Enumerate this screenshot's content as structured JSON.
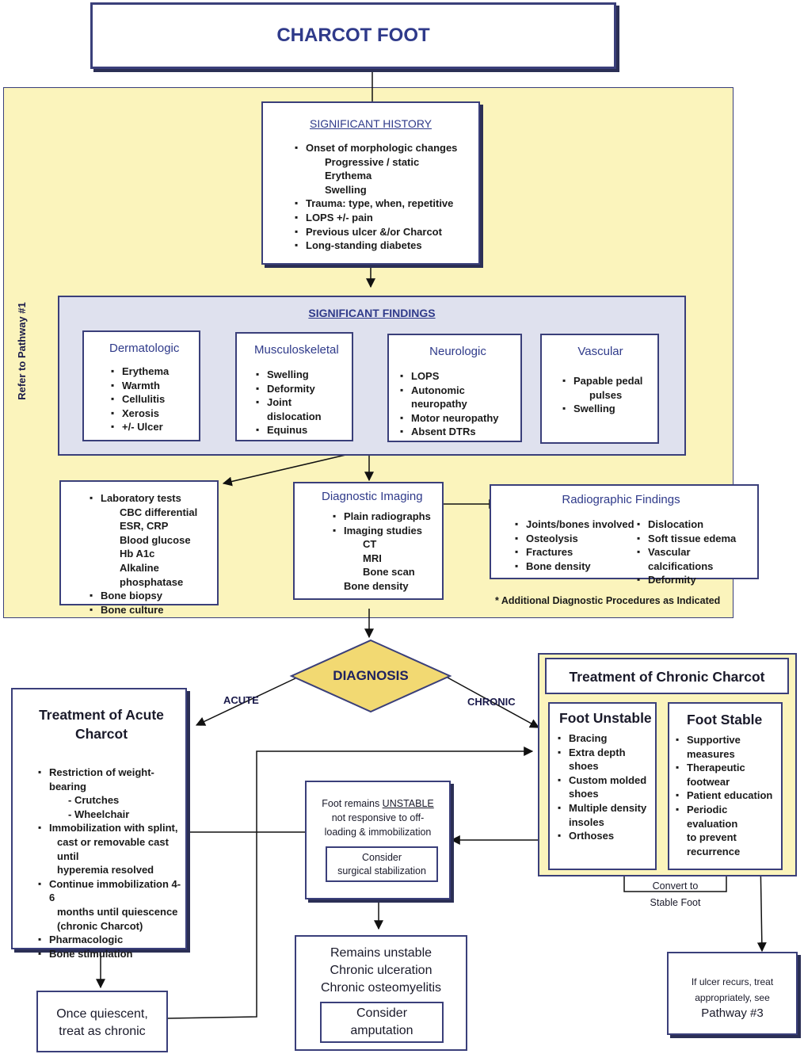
{
  "title": "CHARCOT FOOT",
  "side_label": "Refer to Pathway #1",
  "history": {
    "heading": "SIGNIFICANT HISTORY",
    "items": [
      {
        "text": "Onset of morphologic changes",
        "sub": false
      },
      {
        "text": "Progressive / static",
        "sub": true
      },
      {
        "text": "Erythema",
        "sub": true
      },
      {
        "text": "Swelling",
        "sub": true
      },
      {
        "text": "Trauma: type, when, repetitive",
        "sub": false
      },
      {
        "text": "LOPS +/- pain",
        "sub": false
      },
      {
        "text": "Previous ulcer &/or Charcot",
        "sub": false
      },
      {
        "text": "Long-standing diabetes",
        "sub": false
      }
    ]
  },
  "findings": {
    "heading": "SIGNIFICANT FINDINGS",
    "dermatologic": {
      "title": "Dermatologic",
      "items": [
        "Erythema",
        "Warmth",
        "Cellulitis",
        "Xerosis",
        "+/- Ulcer"
      ]
    },
    "musculoskeletal": {
      "title": "Musculoskeletal",
      "items": [
        "Swelling",
        "Deformity",
        "Joint dislocation",
        "Equinus"
      ]
    },
    "neurologic": {
      "title": "Neurologic",
      "items": [
        "LOPS",
        "Autonomic neuropathy",
        "Motor neuropathy",
        "Absent DTRs"
      ]
    },
    "vascular": {
      "title": "Vascular",
      "items": [
        "Papable pedal",
        "pulses",
        "Swelling"
      ]
    }
  },
  "lab": {
    "items": [
      {
        "text": "Laboratory tests",
        "sub": false
      },
      {
        "text": "CBC  differential",
        "sub": true
      },
      {
        "text": "ESR, CRP",
        "sub": true
      },
      {
        "text": "Blood glucose",
        "sub": true
      },
      {
        "text": "Hb A1c",
        "sub": true
      },
      {
        "text": "Alkaline phosphatase",
        "sub": true
      },
      {
        "text": "Bone biopsy",
        "sub": false
      },
      {
        "text": "Bone culture",
        "sub": false
      }
    ]
  },
  "imaging": {
    "title": "Diagnostic Imaging",
    "items": [
      {
        "text": "Plain radiographs",
        "sub": false
      },
      {
        "text": "Imaging studies",
        "sub": false
      },
      {
        "text": "CT",
        "sub": true
      },
      {
        "text": "MRI",
        "sub": true
      },
      {
        "text": "Bone scan",
        "sub": true
      },
      {
        "text": "Bone density",
        "sub": "plain"
      }
    ]
  },
  "radiographic": {
    "title": "Radiographic Findings",
    "left": [
      "Joints/bones involved",
      "Osteolysis",
      "Fractures",
      "Bone density"
    ],
    "right": [
      "Dislocation",
      "Soft tissue edema",
      "Vascular calcifications",
      "Deformity"
    ]
  },
  "additional_note": "* Additional Diagnostic Procedures as Indicated",
  "diagnosis": "DIAGNOSIS",
  "acute_label": "ACUTE",
  "chronic_label": "CHRONIC",
  "acute": {
    "title_line1": "Treatment of Acute",
    "title_line2": "Charcot",
    "items": [
      {
        "text": "Restriction of weight-bearing",
        "sub": false
      },
      {
        "text": "- Crutches",
        "sub": true
      },
      {
        "text": "- Wheelchair",
        "sub": true
      },
      {
        "text": "Immobilization with splint,",
        "sub": false
      },
      {
        "text": "cast or removable cast until",
        "sub": "cont"
      },
      {
        "text": "hyperemia resolved",
        "sub": "cont"
      },
      {
        "text": "Continue immobilization 4-6",
        "sub": false
      },
      {
        "text": "months until quiescence",
        "sub": "cont"
      },
      {
        "text": "(chronic Charcot)",
        "sub": "cont"
      },
      {
        "text": "Pharmacologic",
        "sub": false
      },
      {
        "text": "Bone stimulation",
        "sub": false
      }
    ]
  },
  "quiescent": {
    "line1": "Once quiescent,",
    "line2": "treat as chronic"
  },
  "unstable": {
    "line1_pre": "Foot remains ",
    "line1_u": "UNSTABLE",
    "line2": "not responsive to off-",
    "line3": "loading & immobilization",
    "consider_line1": "Consider",
    "consider_line2": "surgical stabilization"
  },
  "remains": {
    "line1": "Remains unstable",
    "line2": "Chronic ulceration",
    "line3": "Chronic osteomyelitis",
    "consider_line1": "Consider",
    "consider_line2": "amputation"
  },
  "chronic": {
    "title": "Treatment of Chronic Charcot",
    "unstable_title": "Foot Unstable",
    "unstable_items": [
      {
        "text": "Bracing",
        "sub": false
      },
      {
        "text": "Extra depth",
        "sub": false
      },
      {
        "text": "shoes",
        "sub": "cont"
      },
      {
        "text": "Custom molded",
        "sub": false
      },
      {
        "text": "shoes",
        "sub": "cont"
      },
      {
        "text": "Multiple density",
        "sub": false
      },
      {
        "text": "insoles",
        "sub": "cont"
      },
      {
        "text": "Orthoses",
        "sub": false
      }
    ],
    "stable_title": "Foot Stable",
    "stable_items": [
      {
        "text": "Supportive",
        "sub": false
      },
      {
        "text": "measures",
        "sub": "cont"
      },
      {
        "text": "Therapeutic",
        "sub": false
      },
      {
        "text": "footwear",
        "sub": "cont"
      },
      {
        "text": "Patient education",
        "sub": false
      },
      {
        "text": "Periodic evaluation",
        "sub": false
      },
      {
        "text": "to prevent",
        "sub": "cont"
      },
      {
        "text": "recurrence",
        "sub": "cont"
      }
    ]
  },
  "convert": {
    "line1": "Convert to",
    "line2": "Stable Foot"
  },
  "ulcer": {
    "line1": "If ulcer recurs, treat",
    "line2": "appropriately, see",
    "line3": "Pathway #3"
  },
  "colors": {
    "border": "#3a3f7a",
    "yellow": "#fbf4bc",
    "finding_panel": "#dfe1ee",
    "heading_blue": "#2f3a8a",
    "diamond": "#f2d972"
  }
}
